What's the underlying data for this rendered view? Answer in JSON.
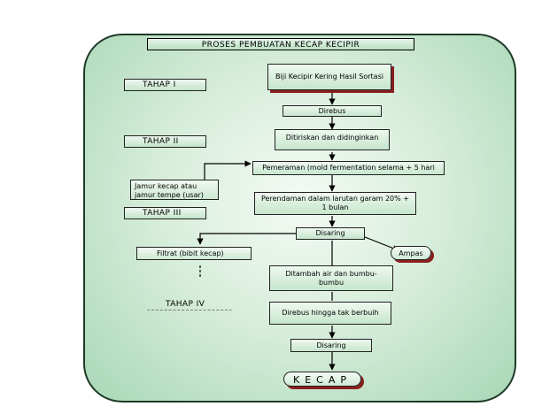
{
  "title": "PROSES PEMBUATAN KECAP  KECIPIR",
  "stages": {
    "s1": "TAHAP I",
    "s2": "TAHAP II",
    "s3": "TAHAP III",
    "s4": "TAHAP IV"
  },
  "steps": {
    "raw": "Biji Kecipir Kering Hasil Sortasi",
    "boil": "Direbus",
    "drain": "Ditiriskan dan didinginkan",
    "ferment": "Pemeraman (mold fermentation selama + 5 hari",
    "soak": "Perendaman dalam larutan garam 20% + 1 bulan",
    "filter1": "Disaring",
    "add": "Ditambah air dan bumbu-bumbu",
    "boil2": "Direbus hingga tak berbuih",
    "filter2": "Disaring"
  },
  "notes": {
    "culture": "Jamur kecap atau jamur tempe (usar)",
    "filtrate": "Filtrat (bibit kecap)",
    "waste": "Ampas"
  },
  "product": "KECAP",
  "colors": {
    "panel": "#b3dcbe",
    "box": "#c6e6cd",
    "shadow": "#8a1e1e"
  }
}
